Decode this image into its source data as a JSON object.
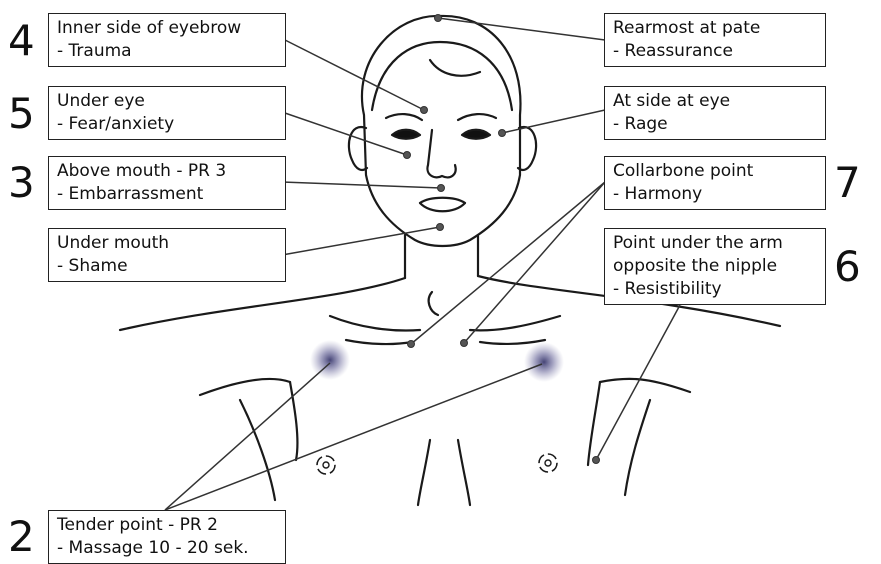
{
  "points": [
    {
      "id": "inner-eyebrow",
      "number": "4",
      "title": "Inner side of eyebrow",
      "effect": "- Trauma"
    },
    {
      "id": "under-eye",
      "number": "5",
      "title": "Under eye",
      "effect": "- Fear/anxiety"
    },
    {
      "id": "above-mouth",
      "number": "3",
      "title": "Above mouth - PR 3",
      "effect": "- Embarrassment"
    },
    {
      "id": "under-mouth",
      "number": "",
      "title": "Under mouth",
      "effect": "- Shame"
    },
    {
      "id": "rearmost-pate",
      "number": "",
      "title": "Rearmost at pate",
      "effect": "- Reassurance"
    },
    {
      "id": "side-eye",
      "number": "",
      "title": "At side at eye",
      "effect": "- Rage"
    },
    {
      "id": "collarbone",
      "number": "7",
      "title": "Collarbone point",
      "effect": "- Harmony"
    },
    {
      "id": "under-arm",
      "number": "6",
      "title": "Point under the arm",
      "title2": "opposite the nipple",
      "effect": "- Resistibility"
    },
    {
      "id": "tender-point",
      "number": "2",
      "title": "Tender point - PR 2",
      "effect": "- Massage 10 - 20 sek."
    }
  ]
}
